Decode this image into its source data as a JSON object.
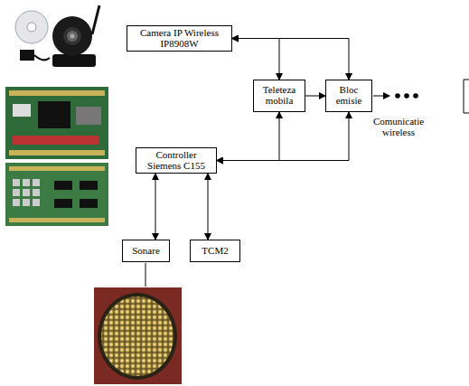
{
  "diagram": {
    "nodes": [
      {
        "text": [
          "Camera IP Wireless IP8908W"
        ]
      },
      {
        "text": [
          "Teleteza mobila"
        ]
      },
      {
        "text": [
          "Bloc emisie"
        ]
      },
      {
        "text": [
          "Controller Siemens C155"
        ]
      },
      {
        "text": [
          "Sonare"
        ]
      },
      {
        "text": [
          "TCM2"
        ]
      }
    ],
    "edges": [
      {
        "from": 0,
        "to": 1,
        "arrow": "both"
      },
      {
        "from": 0,
        "to": 2,
        "arrow": "both"
      },
      {
        "from": 1,
        "to": 2,
        "arrow": "to"
      },
      {
        "from": 3,
        "to": 1,
        "arrow": "both"
      },
      {
        "from": 3,
        "to": 2,
        "arrow": "both"
      },
      {
        "from": 3,
        "to": 4,
        "arrow": "both"
      },
      {
        "from": 3,
        "to": 5,
        "arrow": "both"
      }
    ],
    "labels": [
      "Comunicatie wireless"
    ]
  }
}
